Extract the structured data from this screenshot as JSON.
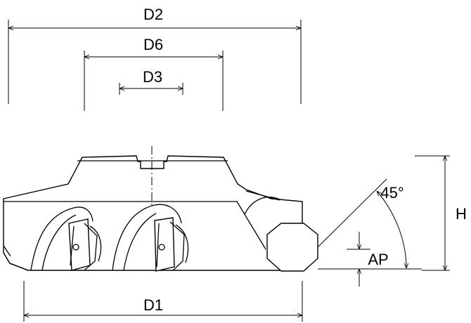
{
  "diagram": {
    "labels": {
      "d2": "D2",
      "d6": "D6",
      "d3": "D3",
      "d1": "D1",
      "h": "H",
      "ap": "AP",
      "angle": "45°"
    }
  }
}
